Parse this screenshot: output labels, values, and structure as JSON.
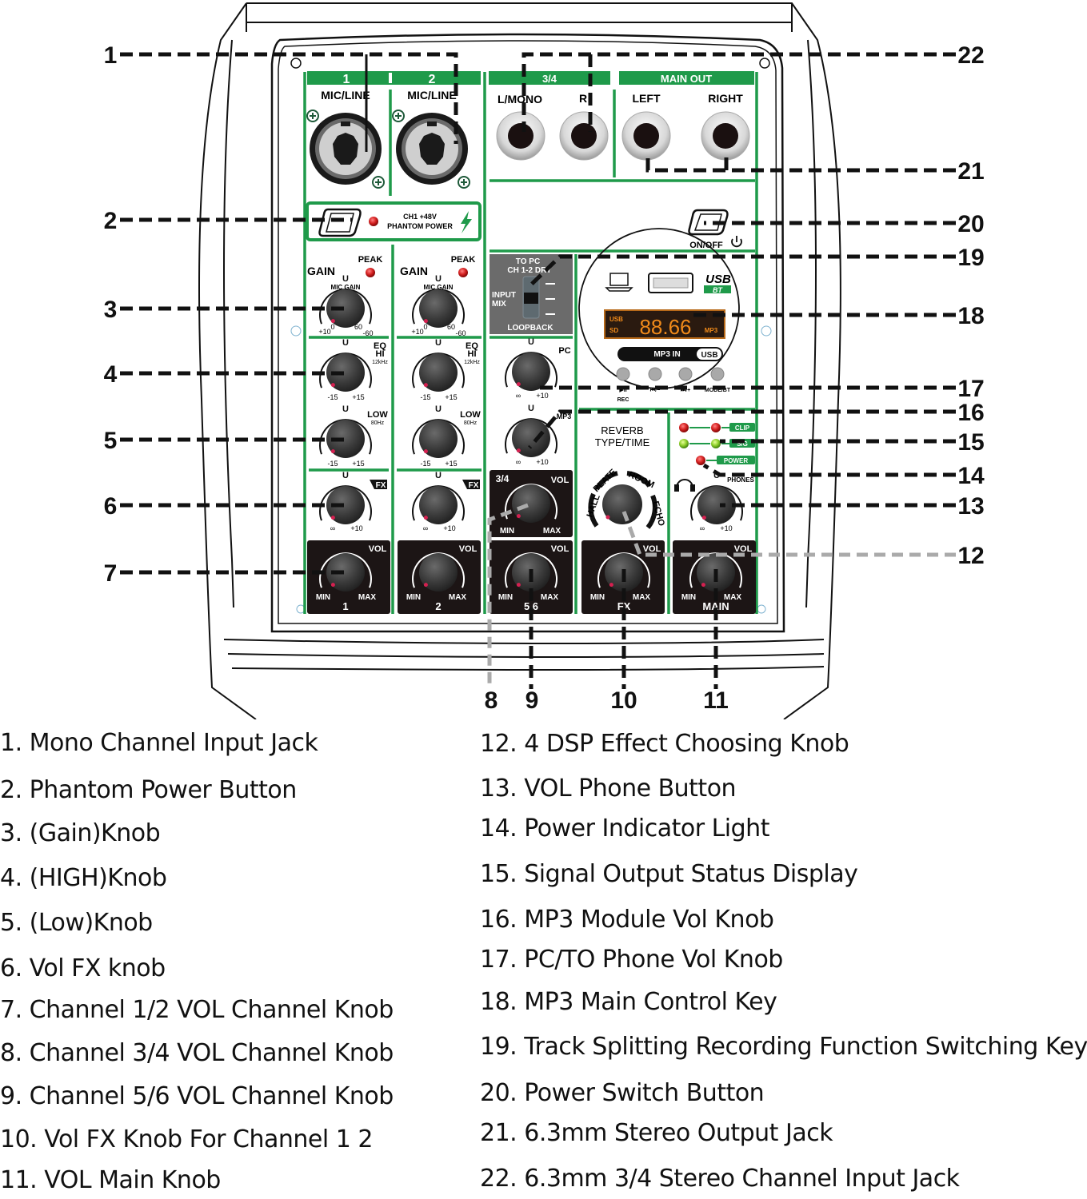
{
  "title": "Mixer panel callout diagram",
  "colors": {
    "panel_green": "#1f9a4a",
    "knob_dark": "#3a3a3a",
    "led_red": "#d42020",
    "led_green": "#8fcf2a",
    "display_orange": "#f08a1a",
    "display_bg": "#2a1a10",
    "callout_black": "#111111",
    "callout_grey": "#aaaaaa"
  },
  "panel": {
    "ch12_header": [
      "1",
      "2"
    ],
    "ch34_header": "3/4",
    "main_out_header": "MAIN OUT",
    "mic_line_label": "MIC/LINE",
    "jack_l_label": "L/MONO",
    "jack_r_label": "R",
    "left_label": "LEFT",
    "right_label": "RIGHT",
    "phantom_line1": "CH1 +48V",
    "phantom_line2": "PHANTOM POWER",
    "onoff_label": "ON/OFF",
    "gain_label": "GAIN",
    "peak_label": "PEAK",
    "mic_gain_label": "MIC GAIN",
    "gain_scale": [
      "+10",
      "0",
      "60",
      "-60"
    ],
    "u_mark": "U",
    "eq_label": "EQ",
    "hi_label": "HI",
    "hi_freq": "12kHz",
    "low_label": "LOW",
    "low_freq": "80Hz",
    "eq_scale": [
      "-15",
      "+15"
    ],
    "fx_tag": "FX",
    "fx_scale": [
      "∞",
      "+10"
    ],
    "vol_label": "VOL",
    "min_label": "MIN",
    "max_label": "MAX",
    "channel_names": [
      "1",
      "2",
      "5,6",
      "FX",
      "MAIN"
    ],
    "ch34_vol_label": "3/4",
    "to_pc_line1": "TO PC",
    "to_pc_line2": "CH 1-2 DRY",
    "input_mix_line1": "INPUT",
    "input_mix_line2": "MIX",
    "loopback_label": "LOOPBACK",
    "pc_label": "PC",
    "mp3_label": "MP3",
    "usb_logo": "USB",
    "bt_logo": "BT",
    "display_digits": "88.66",
    "display_usb": "USB",
    "display_sd": "SD",
    "display_mp3": "MP3",
    "mp3_in_label": "MP3 IN",
    "mp3_in_usb": "USB",
    "mp3_buttons": [
      "REC",
      "⏮/−",
      "⏭/+",
      "MODE/BT (PRESS)"
    ],
    "mp3_button_icons": [
      "▶II",
      "⏮/−",
      "⏭/+",
      "MODE/BT"
    ],
    "reverb_line1": "REVERB",
    "reverb_line2": "TYPE/TIME",
    "reverb_types": [
      "HALL",
      "PLATE",
      "ROOM",
      "ECHO"
    ],
    "clip_label": "CLIP",
    "sig_label": "S/G",
    "power_label": "POWER",
    "phones_label": "PHONES"
  },
  "callouts": {
    "left": [
      "1",
      "2",
      "3",
      "4",
      "5",
      "6",
      "7"
    ],
    "right": [
      "22",
      "21",
      "20",
      "19",
      "18",
      "17",
      "16",
      "15",
      "14",
      "13",
      "12"
    ],
    "bottom": [
      "8",
      "9",
      "10",
      "11"
    ]
  },
  "legend": {
    "left": [
      "1. Mono Channel Input Jack",
      "2. Phantom Power Button",
      "3. (Gain)Knob",
      "4. (HIGH)Knob",
      "5. (Low)Knob",
      "6. Vol FX knob",
      "7. Channel 1/2 VOL Channel Knob",
      "8. Channel 3/4 VOL Channel Knob",
      "9. Channel 5/6 VOL Channel Knob",
      "10. Vol FX Knob For Channel 1 2",
      "11. VOL Main Knob"
    ],
    "right": [
      "12. 4 DSP Effect Choosing Knob",
      "13. VOL Phone Button",
      "14. Power Indicator Light",
      "15. Signal Output Status Display",
      "16. MP3 Module Vol Knob",
      "17. PC/TO Phone Vol Knob",
      "18. MP3 Main Control Key",
      "19. Track Splitting Recording Function Switching Key",
      "20. Power Switch Button",
      "21. 6.3mm Stereo Output Jack",
      "22. 6.3mm 3/4 Stereo Channel Input Jack"
    ]
  }
}
